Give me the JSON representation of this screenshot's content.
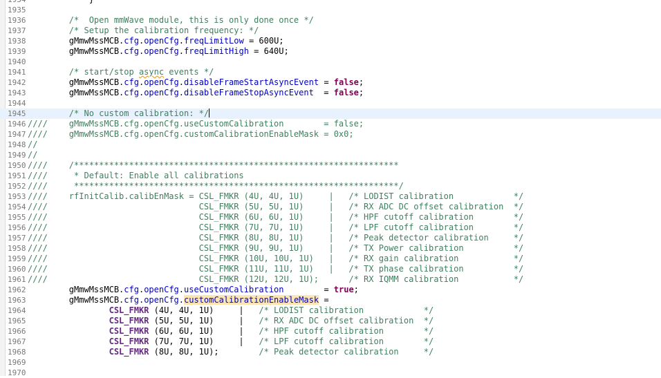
{
  "colors": {
    "comment": "#3f7f5f",
    "field": "#0000c0",
    "keyword": "#7f0055",
    "macro": "#642880",
    "current_line": "#e8f2fe",
    "occurrence_highlight": "#fbe5b4"
  },
  "editor": {
    "lines": [
      {
        "n": "1934",
        "tokens": [
          {
            "t": "            }",
            "c": "plain"
          }
        ]
      },
      {
        "n": "1935",
        "tokens": []
      },
      {
        "n": "1936",
        "tokens": [
          {
            "t": "        /*  Open mmWave module, this is only done once */",
            "c": "comment"
          }
        ]
      },
      {
        "n": "1937",
        "tokens": [
          {
            "t": "        /* Setup the calibration frequency: */",
            "c": "comment"
          }
        ]
      },
      {
        "n": "1938",
        "tokens": [
          {
            "t": "        gMmwMssMCB.",
            "c": "plain"
          },
          {
            "t": "cfg",
            "c": "field"
          },
          {
            "t": ".",
            "c": "plain"
          },
          {
            "t": "openCfg",
            "c": "field"
          },
          {
            "t": ".",
            "c": "plain"
          },
          {
            "t": "freqLimitLow",
            "c": "field"
          },
          {
            "t": " = 600U;",
            "c": "plain"
          }
        ]
      },
      {
        "n": "1939",
        "tokens": [
          {
            "t": "        gMmwMssMCB.",
            "c": "plain"
          },
          {
            "t": "cfg",
            "c": "field"
          },
          {
            "t": ".",
            "c": "plain"
          },
          {
            "t": "openCfg",
            "c": "field"
          },
          {
            "t": ".",
            "c": "plain"
          },
          {
            "t": "freqLimitHigh",
            "c": "field"
          },
          {
            "t": " = 640U;",
            "c": "plain"
          }
        ]
      },
      {
        "n": "1940",
        "tokens": []
      },
      {
        "n": "1941",
        "tokens": [
          {
            "t": "        /* start/stop ",
            "c": "comment"
          },
          {
            "t": "async",
            "c": "comment",
            "squig": true
          },
          {
            "t": " events */",
            "c": "comment"
          }
        ]
      },
      {
        "n": "1942",
        "tokens": [
          {
            "t": "        gMmwMssMCB.",
            "c": "plain"
          },
          {
            "t": "cfg",
            "c": "field"
          },
          {
            "t": ".",
            "c": "plain"
          },
          {
            "t": "openCfg",
            "c": "field"
          },
          {
            "t": ".",
            "c": "plain"
          },
          {
            "t": "disableFrameStartAsyncEvent",
            "c": "field"
          },
          {
            "t": " = ",
            "c": "plain"
          },
          {
            "t": "false",
            "c": "keyword"
          },
          {
            "t": ";",
            "c": "plain"
          }
        ]
      },
      {
        "n": "1943",
        "tokens": [
          {
            "t": "        gMmwMssMCB.",
            "c": "plain"
          },
          {
            "t": "cfg",
            "c": "field"
          },
          {
            "t": ".",
            "c": "plain"
          },
          {
            "t": "openCfg",
            "c": "field"
          },
          {
            "t": ".",
            "c": "plain"
          },
          {
            "t": "disableFrameStopAsyncEvent",
            "c": "field"
          },
          {
            "t": "  = ",
            "c": "plain"
          },
          {
            "t": "false",
            "c": "keyword"
          },
          {
            "t": ";",
            "c": "plain"
          }
        ]
      },
      {
        "n": "1944",
        "tokens": []
      },
      {
        "n": "1945",
        "current": true,
        "caret": true,
        "tokens": [
          {
            "t": "        /* No custom calibration: */",
            "c": "comment"
          }
        ]
      },
      {
        "n": "1946",
        "prefix": "////",
        "tokens": [
          {
            "t": "        gMmwMssMCB.cfg.openCfg.useCustomCalibration        = false;",
            "c": "comment"
          }
        ]
      },
      {
        "n": "1947",
        "prefix": "////",
        "tokens": [
          {
            "t": "        gMmwMssMCB.cfg.openCfg.customCalibrationEnableMask = 0x0;",
            "c": "comment"
          }
        ]
      },
      {
        "n": "1948",
        "prefix": "//",
        "tokens": []
      },
      {
        "n": "1949",
        "prefix": "//",
        "tokens": []
      },
      {
        "n": "1950",
        "prefix": "////",
        "tokens": [
          {
            "t": "        /*****************************************************************",
            "c": "comment"
          }
        ]
      },
      {
        "n": "1951",
        "prefix": "////",
        "tokens": [
          {
            "t": "         * Default: Enable all calibrations",
            "c": "comment"
          }
        ]
      },
      {
        "n": "1952",
        "prefix": "////",
        "tokens": [
          {
            "t": "         *****************************************************************/",
            "c": "comment"
          }
        ]
      },
      {
        "n": "1953",
        "prefix": "////",
        "tokens": [
          {
            "t": "        rfInitCalib.calibEnMask = CSL_FMKR (4U, 4U, 1U)     |   /* LODIST calibration            */",
            "c": "comment"
          }
        ]
      },
      {
        "n": "1954",
        "prefix": "////",
        "tokens": [
          {
            "t": "                                  CSL_FMKR (5U, 5U, 1U)     |   /* RX ADC DC offset calibration  */",
            "c": "comment"
          }
        ]
      },
      {
        "n": "1955",
        "prefix": "////",
        "tokens": [
          {
            "t": "                                  CSL_FMKR (6U, 6U, 1U)     |   /* HPF cutoff calibration        */",
            "c": "comment"
          }
        ]
      },
      {
        "n": "1956",
        "prefix": "////",
        "tokens": [
          {
            "t": "                                  CSL_FMKR (7U, 7U, 1U)     |   /* LPF cutoff calibration        */",
            "c": "comment"
          }
        ]
      },
      {
        "n": "1957",
        "prefix": "////",
        "tokens": [
          {
            "t": "                                  CSL_FMKR (8U, 8U, 1U)     |   /* Peak detector calibration     */",
            "c": "comment"
          }
        ]
      },
      {
        "n": "1958",
        "prefix": "////",
        "tokens": [
          {
            "t": "                                  CSL_FMKR (9U, 9U, 1U)     |   /* TX Power calibration          */",
            "c": "comment"
          }
        ]
      },
      {
        "n": "1959",
        "prefix": "////",
        "tokens": [
          {
            "t": "                                  CSL_FMKR (10U, 10U, 1U)   |   /* RX gain calibration           */",
            "c": "comment"
          }
        ]
      },
      {
        "n": "1960",
        "prefix": "////",
        "tokens": [
          {
            "t": "                                  CSL_FMKR (11U, 11U, 1U)   |   /* TX phase calibration          */",
            "c": "comment"
          }
        ]
      },
      {
        "n": "1961",
        "prefix": "////",
        "tokens": [
          {
            "t": "                                  CSL_FMKR (12U, 12U, 1U);      /* RX IQMM calibration           */",
            "c": "comment"
          }
        ]
      },
      {
        "n": "1962",
        "tokens": [
          {
            "t": "        gMmwMssMCB.",
            "c": "plain"
          },
          {
            "t": "cfg",
            "c": "field"
          },
          {
            "t": ".",
            "c": "plain"
          },
          {
            "t": "openCfg",
            "c": "field"
          },
          {
            "t": ".",
            "c": "plain"
          },
          {
            "t": "useCustomCalibration",
            "c": "field"
          },
          {
            "t": "        = ",
            "c": "plain"
          },
          {
            "t": "true",
            "c": "keyword"
          },
          {
            "t": ";",
            "c": "plain"
          }
        ]
      },
      {
        "n": "1963",
        "tokens": [
          {
            "t": "        gMmwMssMCB.",
            "c": "plain"
          },
          {
            "t": "cfg",
            "c": "field"
          },
          {
            "t": ".",
            "c": "plain"
          },
          {
            "t": "openCfg",
            "c": "field"
          },
          {
            "t": ".",
            "c": "plain"
          },
          {
            "t": "customCalibrationEnableMask",
            "c": "field",
            "hl": true
          },
          {
            "t": " =",
            "c": "plain"
          }
        ]
      },
      {
        "n": "1964",
        "tokens": [
          {
            "t": "                ",
            "c": "plain"
          },
          {
            "t": "CSL_FMKR",
            "c": "macro"
          },
          {
            "t": " (4U, 4U, 1U)     |   ",
            "c": "plain"
          },
          {
            "t": "/* LODIST calibration            */",
            "c": "comment"
          }
        ]
      },
      {
        "n": "1965",
        "tokens": [
          {
            "t": "                ",
            "c": "plain"
          },
          {
            "t": "CSL_FMKR",
            "c": "macro"
          },
          {
            "t": " (5U, 5U, 1U)     |   ",
            "c": "plain"
          },
          {
            "t": "/* RX ADC DC offset calibration  */",
            "c": "comment"
          }
        ]
      },
      {
        "n": "1966",
        "tokens": [
          {
            "t": "                ",
            "c": "plain"
          },
          {
            "t": "CSL_FMKR",
            "c": "macro"
          },
          {
            "t": " (6U, 6U, 1U)     |   ",
            "c": "plain"
          },
          {
            "t": "/* HPF cutoff calibration        */",
            "c": "comment"
          }
        ]
      },
      {
        "n": "1967",
        "tokens": [
          {
            "t": "                ",
            "c": "plain"
          },
          {
            "t": "CSL_FMKR",
            "c": "macro"
          },
          {
            "t": " (7U, 7U, 1U)     |   ",
            "c": "plain"
          },
          {
            "t": "/* LPF cutoff calibration        */",
            "c": "comment"
          }
        ]
      },
      {
        "n": "1968",
        "tokens": [
          {
            "t": "                ",
            "c": "plain"
          },
          {
            "t": "CSL_FMKR",
            "c": "macro"
          },
          {
            "t": " (8U, 8U, 1U);        ",
            "c": "plain"
          },
          {
            "t": "/* Peak detector calibration     */",
            "c": "comment"
          }
        ]
      },
      {
        "n": "1969",
        "tokens": []
      },
      {
        "n": "1970",
        "tokens": []
      }
    ]
  }
}
